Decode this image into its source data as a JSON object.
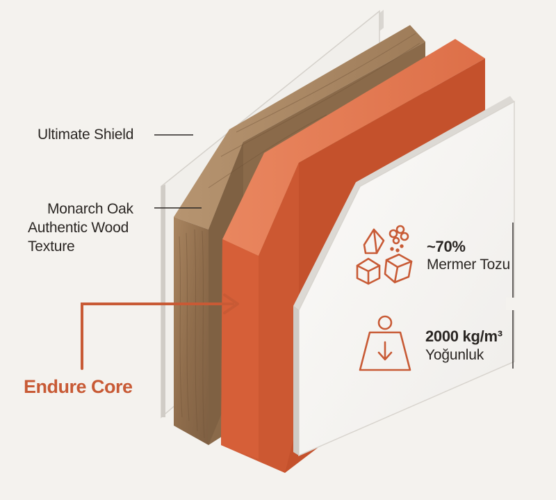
{
  "labels": {
    "shield": "Ultimate Shield",
    "oak_line1": "Monarch Oak",
    "oak_line2": "Authentic Wood",
    "oak_line3": "Texture",
    "core": "Endure Core"
  },
  "stats": [
    {
      "icon": "marble-blocks-icon",
      "value": "~70%",
      "caption": "Mermer Tozu"
    },
    {
      "icon": "weight-icon",
      "value": "2000 kg/m³",
      "caption": "Yoğunluk"
    }
  ],
  "colors": {
    "background": "#f4f2ee",
    "accent": "#c85a35",
    "core": "#d9603a",
    "wood": "#9b7a5a",
    "panel": "#f7f6f3",
    "text": "#2a2623"
  }
}
